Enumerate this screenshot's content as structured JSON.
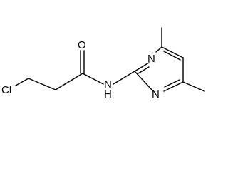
{
  "molecule": {
    "atoms": {
      "cl": "Cl",
      "o": "O",
      "nh": "N",
      "h": "H",
      "ring_n_top": "N",
      "ring_n_bottom": "N"
    },
    "colors": {
      "stroke": "#000000",
      "background": "#ffffff"
    }
  }
}
